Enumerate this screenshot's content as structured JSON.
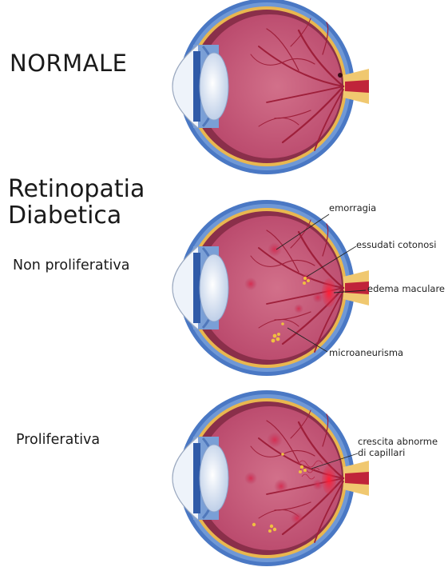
{
  "labels": {
    "normal": "NORMALE",
    "retinopathy_line1": "Retinopatia",
    "retinopathy_line2": "Diabetica",
    "non_proliferative": "Non proliferativa",
    "proliferative": "Proliferativa"
  },
  "annotations": {
    "hemorrhage": "emorragia",
    "cotton_wool": "essudati cotonosi",
    "macular_edema": "edema maculare",
    "microaneurysm": "microaneurisma",
    "abnormal_growth_line1": "crescita abnorme",
    "abnormal_growth_line2": "di capillari"
  },
  "colors": {
    "sclera_outer": "#4a78c4",
    "retina": "#e9b74f",
    "choroid": "#8a2f4a",
    "vitreous": "#c85a78",
    "vessel": "#9e1f3a",
    "lens": "#dde7f4",
    "exudate": "#f0c040"
  }
}
